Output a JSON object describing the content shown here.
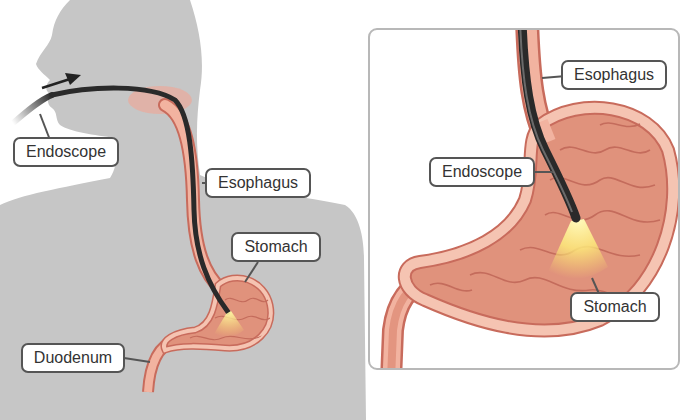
{
  "diagram": {
    "nodes": [
      {
        "text": [
          "Endoscope"
        ]
      },
      {
        "text": [
          "Esophagus"
        ]
      },
      {
        "text": [
          "Stomach"
        ]
      },
      {
        "text": [
          "Duodenum"
        ]
      },
      {
        "text": [
          "Esophagus"
        ]
      },
      {
        "text": [
          "Endoscope"
        ]
      },
      {
        "text": [
          "Stomach"
        ]
      }
    ]
  }
}
